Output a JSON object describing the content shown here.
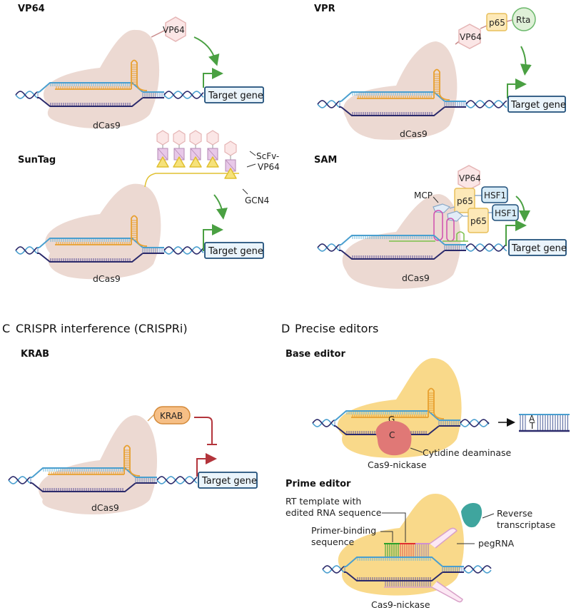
{
  "panels": {
    "vp64": {
      "title": "VP64",
      "protein": "dCas9",
      "domain": "VP64",
      "gene": "Target gene"
    },
    "vpr": {
      "title": "VPR",
      "protein": "dCas9",
      "domains": [
        "VP64",
        "p65",
        "Rta"
      ],
      "gene": "Target gene"
    },
    "suntag": {
      "title": "SunTag",
      "protein": "dCas9",
      "scfv_label_1": "ScFv-",
      "scfv_label_2": "VP64",
      "gcn4_label": "GCN4",
      "gene": "Target gene"
    },
    "sam": {
      "title": "SAM",
      "protein": "dCas9",
      "vp64": "VP64",
      "mcp": "MCP",
      "p65": "p65",
      "hsf1": "HSF1",
      "gene": "Target gene"
    },
    "crispri": {
      "letter": "C",
      "heading": "CRISPR interference (CRISPRi)",
      "title": "KRAB",
      "domain": "KRAB",
      "protein": "dCas9",
      "gene": "Target gene"
    },
    "editors": {
      "letter": "D",
      "heading": "Precise editors",
      "base": {
        "title": "Base editor",
        "base_g": "G",
        "base_c": "C",
        "deaminase": "Cytidine deaminase",
        "protein": "Cas9-nickase",
        "result_top": "A",
        "result_bottom": "T"
      },
      "prime": {
        "title": "Prime editor",
        "rt_template_1": "RT template with",
        "rt_template_2": "edited RNA sequence",
        "pbs_1": "Primer-binding",
        "pbs_2": "sequence",
        "rt_1": "Reverse",
        "rt_2": "transcriptase",
        "pegrna": "pegRNA",
        "protein": "Cas9-nickase"
      }
    }
  },
  "colors": {
    "dcas9": "#ecd9d2",
    "nickase": "#f9d98a",
    "dna_top": "#4a9fcf",
    "dna_bottom": "#2b2a6b",
    "grna": "#e8a030",
    "activator_arrow": "#4aa042",
    "repress": "#b3343b",
    "vp64": "#fbe6e6",
    "p65": "#fde9b8",
    "rta": "#dff0d8",
    "hsf1": "#d7ebf7",
    "krab": "#f6bf86",
    "deaminase": "#e07876",
    "rt": "#3fa59e"
  }
}
